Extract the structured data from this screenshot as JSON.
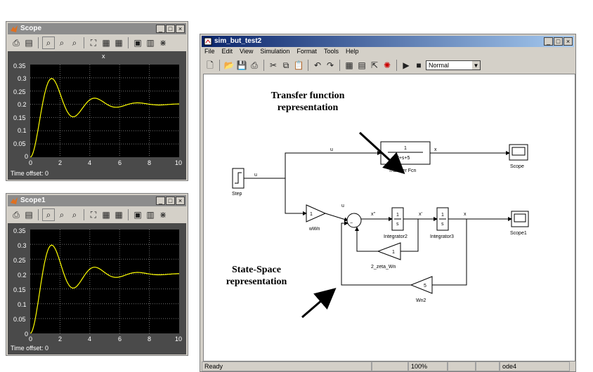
{
  "scope_top": {
    "title": "Scope",
    "plot_title": "x",
    "time_offset": "Time offset:  0",
    "yticks": [
      "0.35",
      "0.3",
      "0.25",
      "0.2",
      "0.15",
      "0.1",
      "0.05",
      "0"
    ],
    "xticks": [
      "0",
      "2",
      "4",
      "6",
      "8",
      "10"
    ]
  },
  "scope_bottom": {
    "title": "Scope1",
    "time_offset": "Time offset:  0",
    "yticks": [
      "0.35",
      "0.3",
      "0.25",
      "0.2",
      "0.15",
      "0.1",
      "0.05",
      "0"
    ],
    "xticks": [
      "0",
      "2",
      "4",
      "6",
      "8",
      "10"
    ]
  },
  "window_buttons": {
    "minimize": "_",
    "maximize": "□",
    "close": "×"
  },
  "sim": {
    "title": "sim_but_test2",
    "menu": [
      "File",
      "Edit",
      "View",
      "Simulation",
      "Format",
      "Tools",
      "Help"
    ],
    "mode": "Normal",
    "status": {
      "left": "Ready",
      "zoom": "100%",
      "solver": "ode4"
    }
  },
  "diagram": {
    "step": "Step",
    "tf": {
      "num": "1",
      "den": "s²+s+5",
      "label": "Transfer Fcn"
    },
    "scope": "Scope",
    "scope1": "Scope1",
    "gain_wn": {
      "value": "1",
      "label": "wWn"
    },
    "int2": {
      "value": "1",
      "den": "s",
      "label": "Integrator2"
    },
    "int3": {
      "value": "1",
      "den": "s",
      "label": "Integrator3"
    },
    "zeta": {
      "value": "1",
      "label": "2_zeta_Wn"
    },
    "wn2": {
      "value": "5",
      "label": "Wn2"
    },
    "signals": {
      "u_top": "u",
      "u_step": "u",
      "u_mid": "u",
      "x_tf": "x",
      "x_out": "x",
      "xdd": "x''",
      "xd": "x'"
    }
  },
  "annotations": {
    "tf": "Transfer function representation",
    "ss": "State-Space representation"
  }
}
